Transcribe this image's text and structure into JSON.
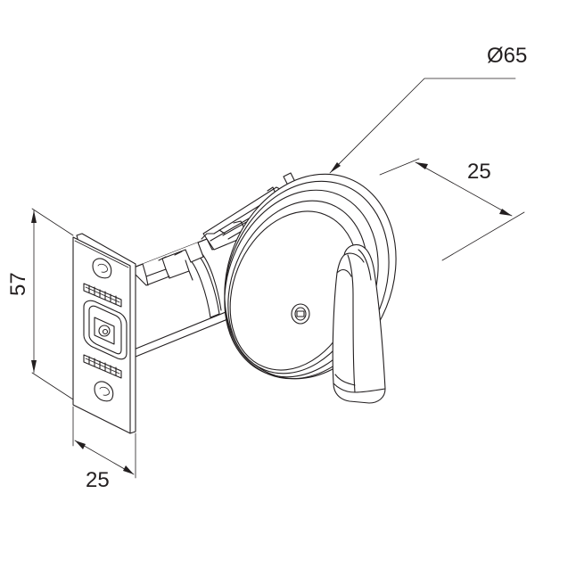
{
  "dimensions": {
    "rose_diameter": "Ø65",
    "rose_depth": "25",
    "faceplate_height": "57",
    "faceplate_width": "25"
  },
  "colors": {
    "line": "#231f20",
    "background": "#ffffff"
  }
}
